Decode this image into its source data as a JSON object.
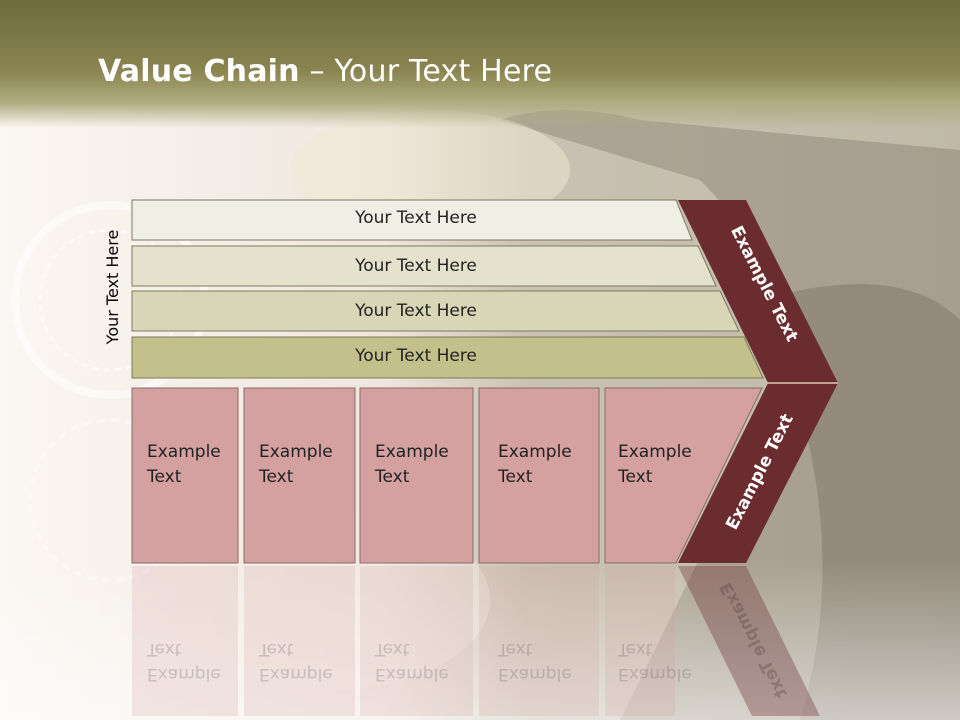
{
  "slide": {
    "title_bold": "Value Chain",
    "title_rest": " – Your Text Here",
    "side_label": "Your Text Here"
  },
  "rows": [
    {
      "label": "Your Text Here",
      "fill": "#f0efe6"
    },
    {
      "label": "Your Text Here",
      "fill": "#e4e2cc"
    },
    {
      "label": "Your Text Here",
      "fill": "#d8d6b6"
    },
    {
      "label": "Your Text Here",
      "fill": "#c4c08c"
    }
  ],
  "boxes": [
    {
      "line1": "Example",
      "line2": "Text"
    },
    {
      "line1": "Example",
      "line2": "Text"
    },
    {
      "line1": "Example",
      "line2": "Text"
    },
    {
      "line1": "Example",
      "line2": "Text"
    },
    {
      "line1": "Example",
      "line2": "Text"
    }
  ],
  "chevrons": {
    "top": "Example Text",
    "bottom": "Example Text"
  },
  "colors": {
    "header": "#8a8450",
    "box_fill": "#d4a0a0",
    "chevron_fill": "#6b2c30"
  }
}
